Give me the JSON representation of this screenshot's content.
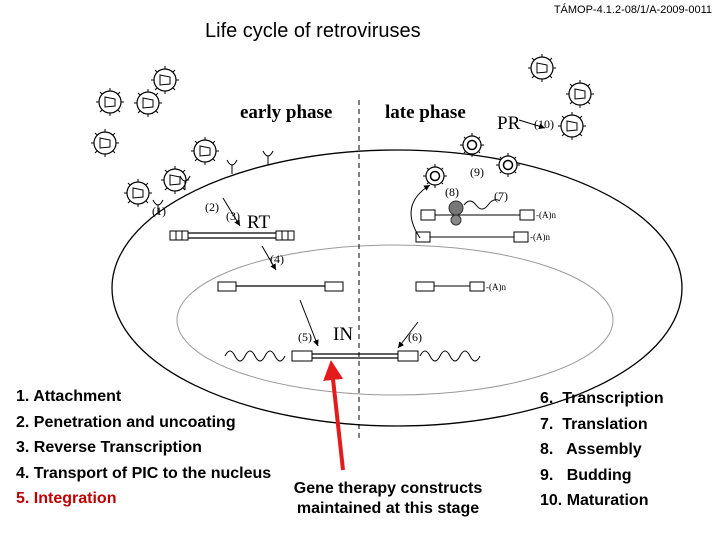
{
  "title": "Life cycle of retroviruses",
  "code": "TÁMOP-4.1.2-08/1/A-2009-0011",
  "phases": {
    "early": "early phase",
    "late": "late phase"
  },
  "enzymes": {
    "rt": "RT",
    "in": "IN",
    "pr": "PR"
  },
  "step_markers": [
    "(1)",
    "(2)",
    "(3)",
    "(4)",
    "(5)",
    "(6)",
    "(7)",
    "(8)",
    "(9)",
    "(10)"
  ],
  "poly_a": "-(A)n",
  "steps_left": [
    {
      "num": "1.",
      "text": "Attachment"
    },
    {
      "num": "2.",
      "text": "Penetration and uncoating"
    },
    {
      "num": "3.",
      "text": "Reverse Transcription"
    },
    {
      "num": "4.",
      "text": "Transport of PIC to the nucleus"
    },
    {
      "num": "5.",
      "text": "Integration"
    }
  ],
  "steps_right": [
    {
      "num": "6.",
      "text": "Transcription"
    },
    {
      "num": "7.",
      "text": "Translation"
    },
    {
      "num": "8.",
      "text": "Assembly"
    },
    {
      "num": "9.",
      "text": "Budding"
    },
    {
      "num": "10.",
      "text": "Maturation"
    }
  ],
  "callout": {
    "line1": "Gene therapy constructs",
    "line2": "maintained at this stage",
    "color": "#e31b1b"
  },
  "colors": {
    "highlight": "#c00000",
    "ink": "#000000"
  }
}
